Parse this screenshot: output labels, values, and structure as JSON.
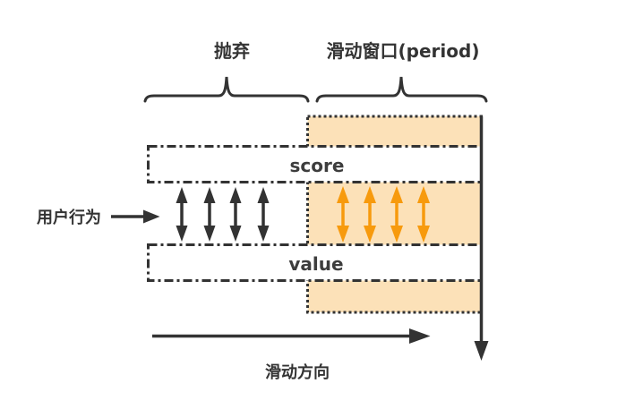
{
  "diagram": {
    "top_labels": {
      "discard": "抛弃",
      "sliding_window": "滑动窗口(period)"
    },
    "row_labels": {
      "score": "score",
      "value": "value"
    },
    "side_labels": {
      "user_behavior": "用户行为"
    },
    "bottom_labels": {
      "slide_direction": "滑动方向"
    },
    "colors": {
      "line": "#333333",
      "text": "#333333",
      "window_fill": "#FCE1B8",
      "window_border": "#333333",
      "window_arrow": "#F79A0D",
      "discard_arrow": "#333333"
    },
    "counts": {
      "discarded_behavior_arrows": 4,
      "window_behavior_arrows": 4
    }
  }
}
